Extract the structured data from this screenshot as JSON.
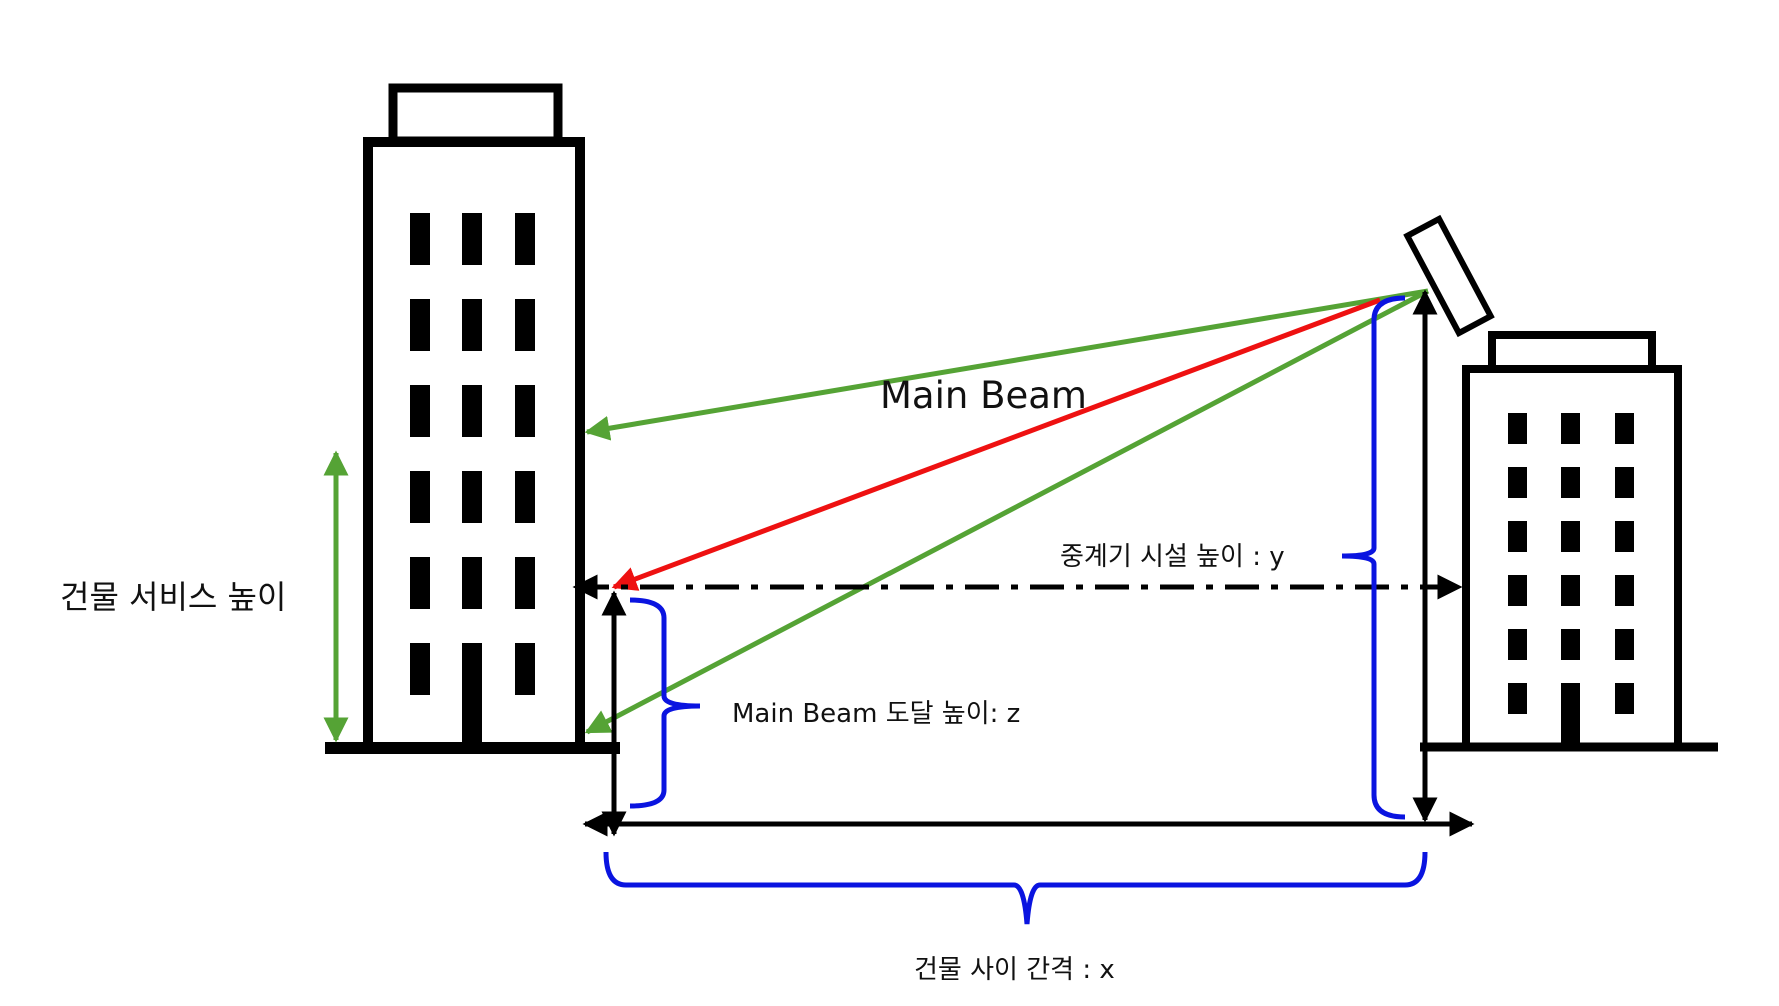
{
  "labels": {
    "main_beam": "Main Beam",
    "building_service_height": "건물 서비스 높이",
    "repeater_height": "중계기 시설 높이 : y",
    "beam_reach_height": "Main Beam 도달 높이: z",
    "building_gap": "건물 사이 간격 : x"
  },
  "colors": {
    "main_beam": "#ee1111",
    "beam_edges": "#55a335",
    "brackets": "#0a14e0",
    "structure": "#000000"
  }
}
